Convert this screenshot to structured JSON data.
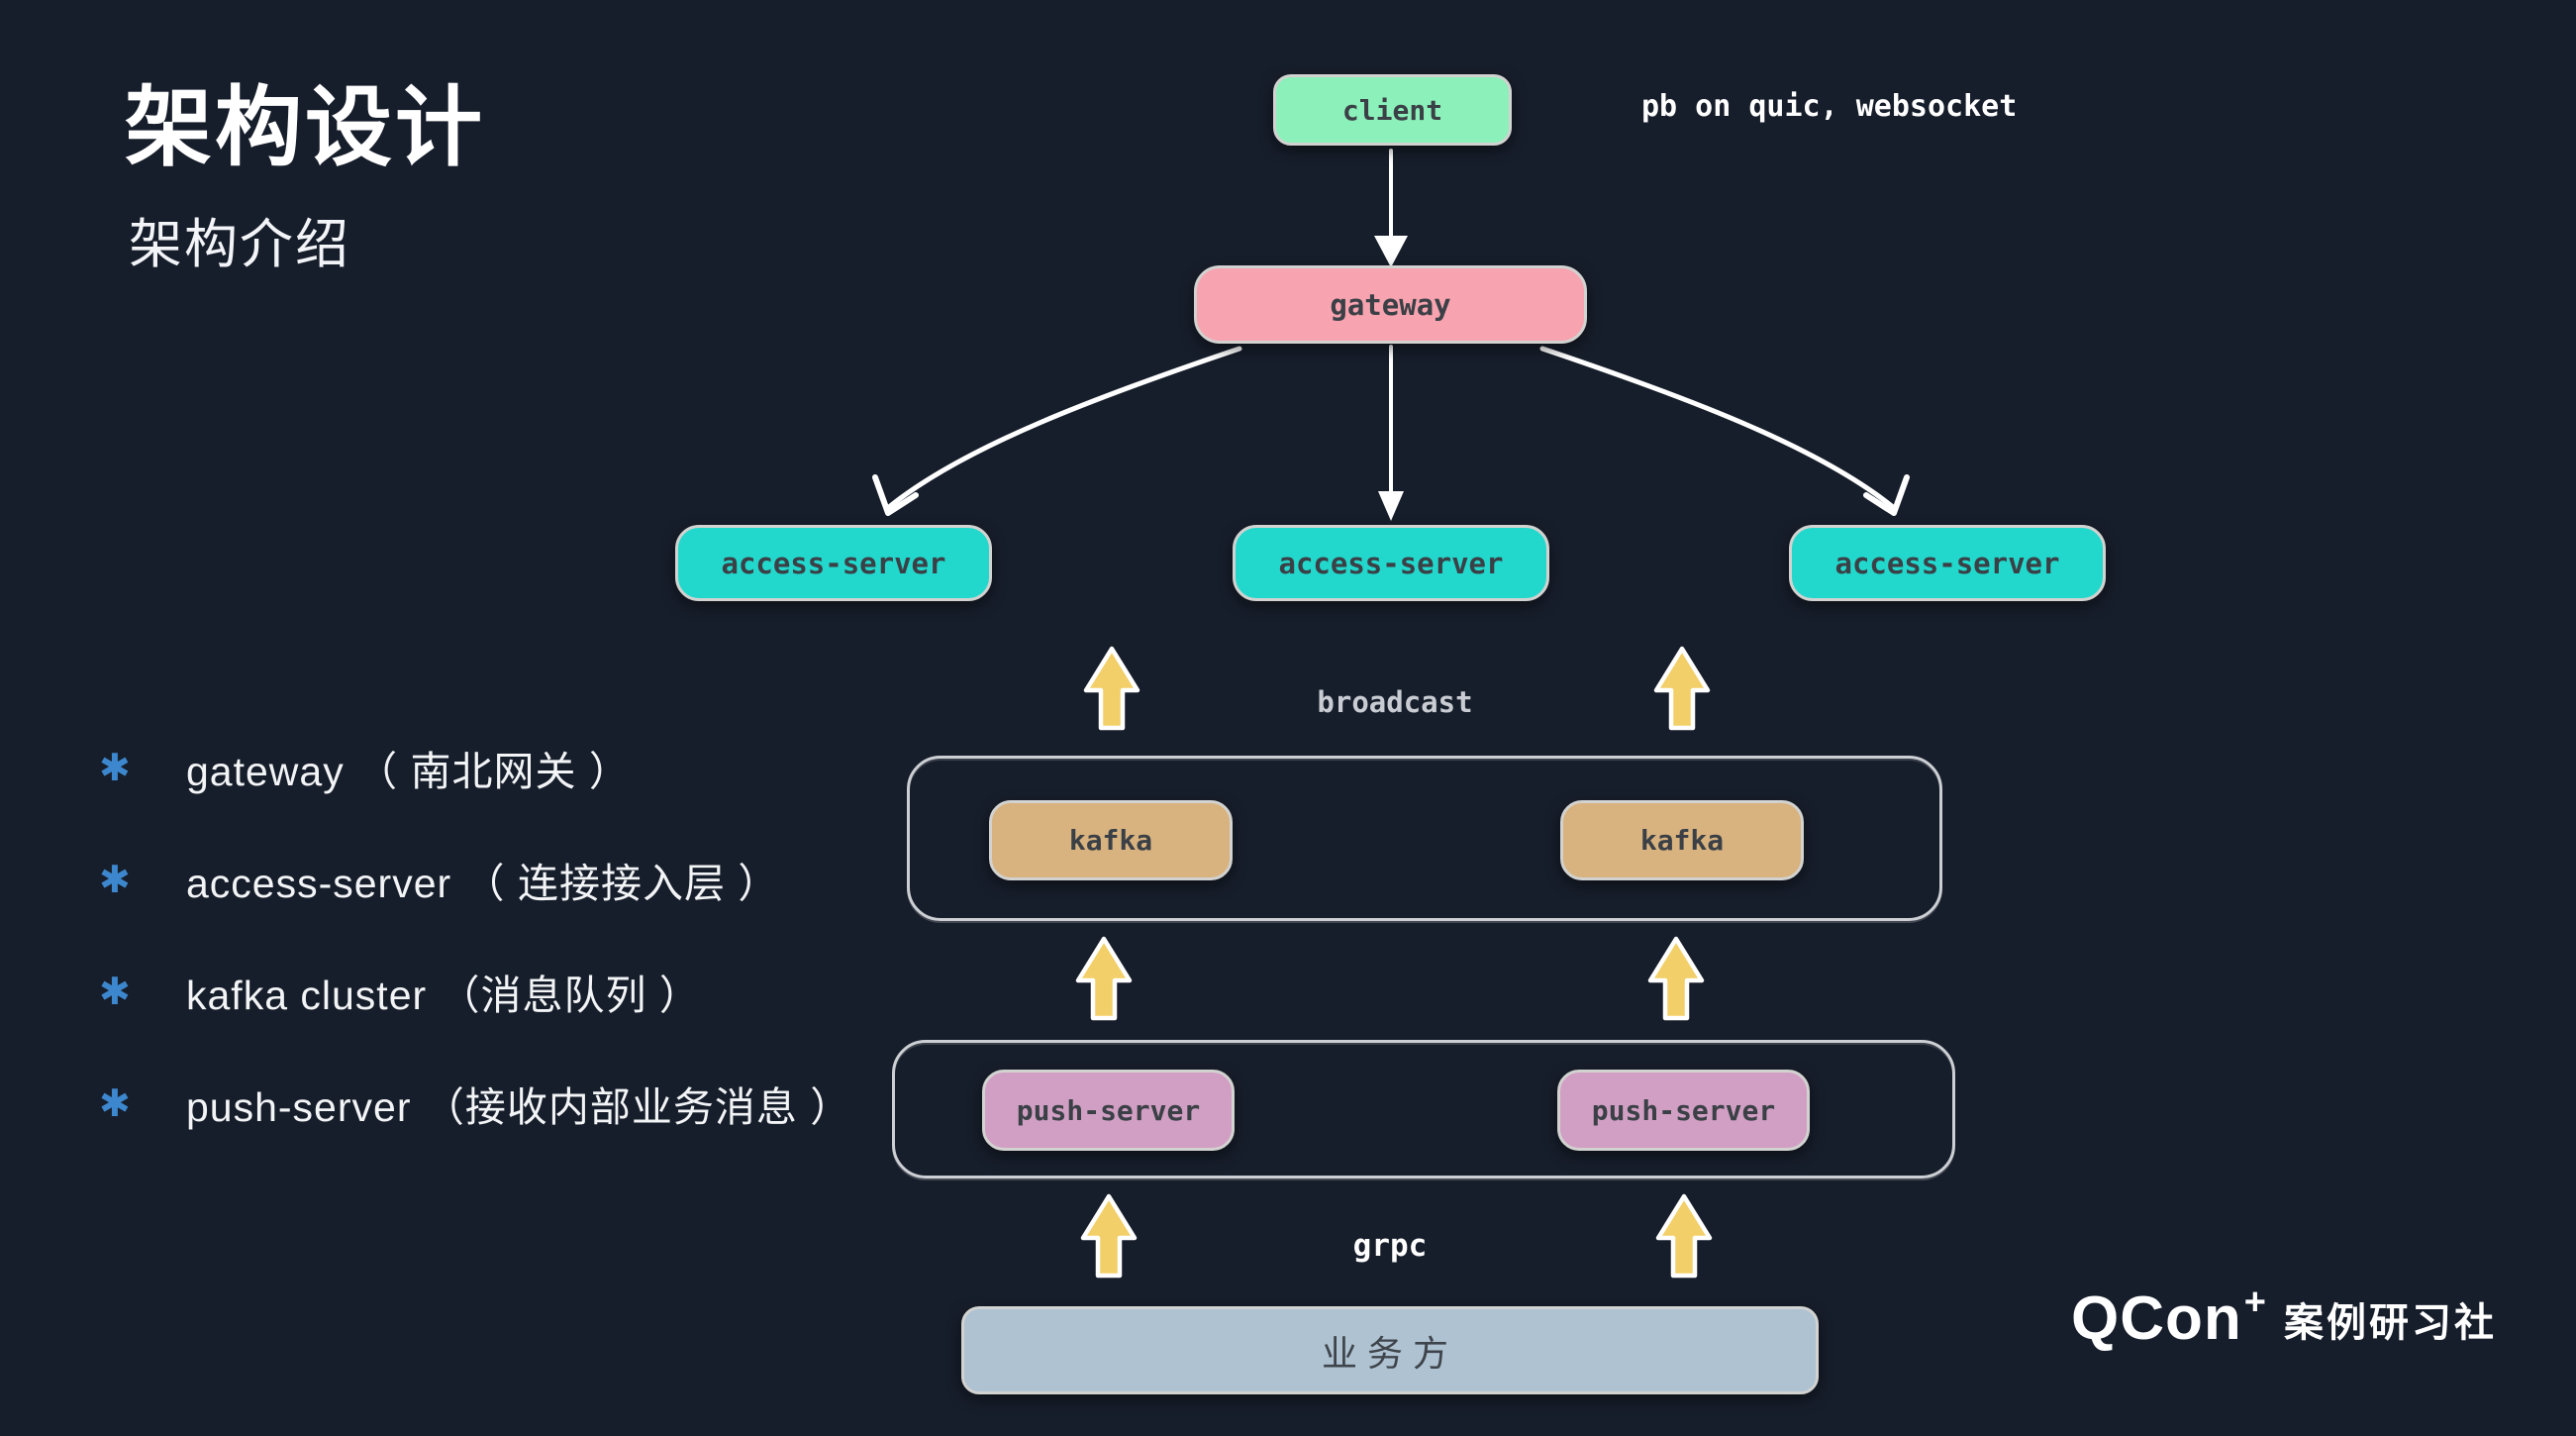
{
  "slide": {
    "title": "架构设计",
    "subtitle": "架构介绍",
    "protocol_note": "pb on quic, websocket",
    "broadcast_label": "broadcast",
    "grpc_label": "grpc"
  },
  "logo": {
    "brand": "QCon",
    "plus": "+",
    "community": "案例研习社"
  },
  "bullets": [
    {
      "marker": "✱",
      "text": "gateway （ 南北网关 ）"
    },
    {
      "marker": "✱",
      "text": "access-server （ 连接接入层 ）"
    },
    {
      "marker": "✱",
      "text": "kafka cluster （消息队列 ）"
    },
    {
      "marker": "✱",
      "text": "push-server （接收内部业务消息 ）"
    }
  ],
  "diagram": {
    "client": {
      "label": "client",
      "color": "#8bf0ba"
    },
    "gateway": {
      "label": "gateway",
      "color": "#f8a3b0"
    },
    "access_servers": [
      {
        "label": "access-server",
        "color": "#22d8cc"
      },
      {
        "label": "access-server",
        "color": "#22d8cc"
      },
      {
        "label": "access-server",
        "color": "#22d8cc"
      }
    ],
    "kafka_nodes": [
      {
        "label": "kafka",
        "color": "#d8b37f"
      },
      {
        "label": "kafka",
        "color": "#d8b37f"
      }
    ],
    "push_servers": [
      {
        "label": "push-server",
        "color": "#d19fc4"
      },
      {
        "label": "push-server",
        "color": "#d19fc4"
      }
    ],
    "business": {
      "label": "业务方",
      "color": "#aec2d2"
    }
  },
  "colors": {
    "background": "#171e2b",
    "arrow_yellow": "#f2cf68",
    "arrow_white": "#ffffff",
    "bullet_blue": "#3c87cd",
    "container_border": "#ccd0d4"
  }
}
